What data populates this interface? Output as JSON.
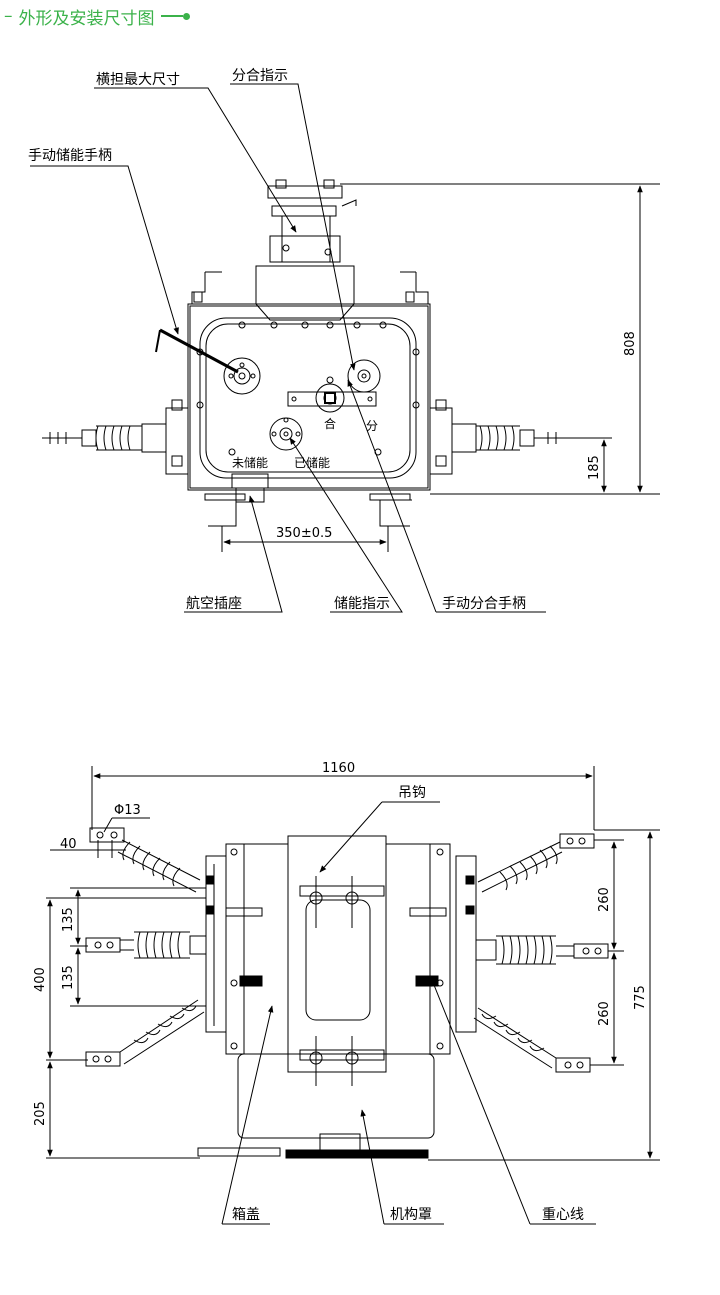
{
  "header": {
    "title": "外形及安装尺寸图"
  },
  "top_view": {
    "labels": {
      "crossarm": "横担最大尺寸",
      "open_close_indicator": "分合指示",
      "manual_spring_handle": "手动储能手柄",
      "aviation_socket": "航空插座",
      "spring_indicator": "储能指示",
      "manual_open_close_handle": "手动分合手柄"
    },
    "panel_text": {
      "uncharged": "未储能",
      "charged": "已储能",
      "close": "合",
      "open": "分"
    },
    "dimensions": {
      "height": "808",
      "offset": "185",
      "mount": "350±0.5"
    }
  },
  "front_view": {
    "labels": {
      "hook": "吊钩",
      "cover": "箱盖",
      "mechanism_cover": "机构罩",
      "center_line": "重心线"
    },
    "dimensions": {
      "width": "1160",
      "hole": "Φ13",
      "terminal": "40",
      "pitch_a": "135",
      "pitch_b": "135",
      "total_left": "400",
      "base": "205",
      "right_a": "260",
      "right_b": "260",
      "total_height": "775"
    }
  }
}
